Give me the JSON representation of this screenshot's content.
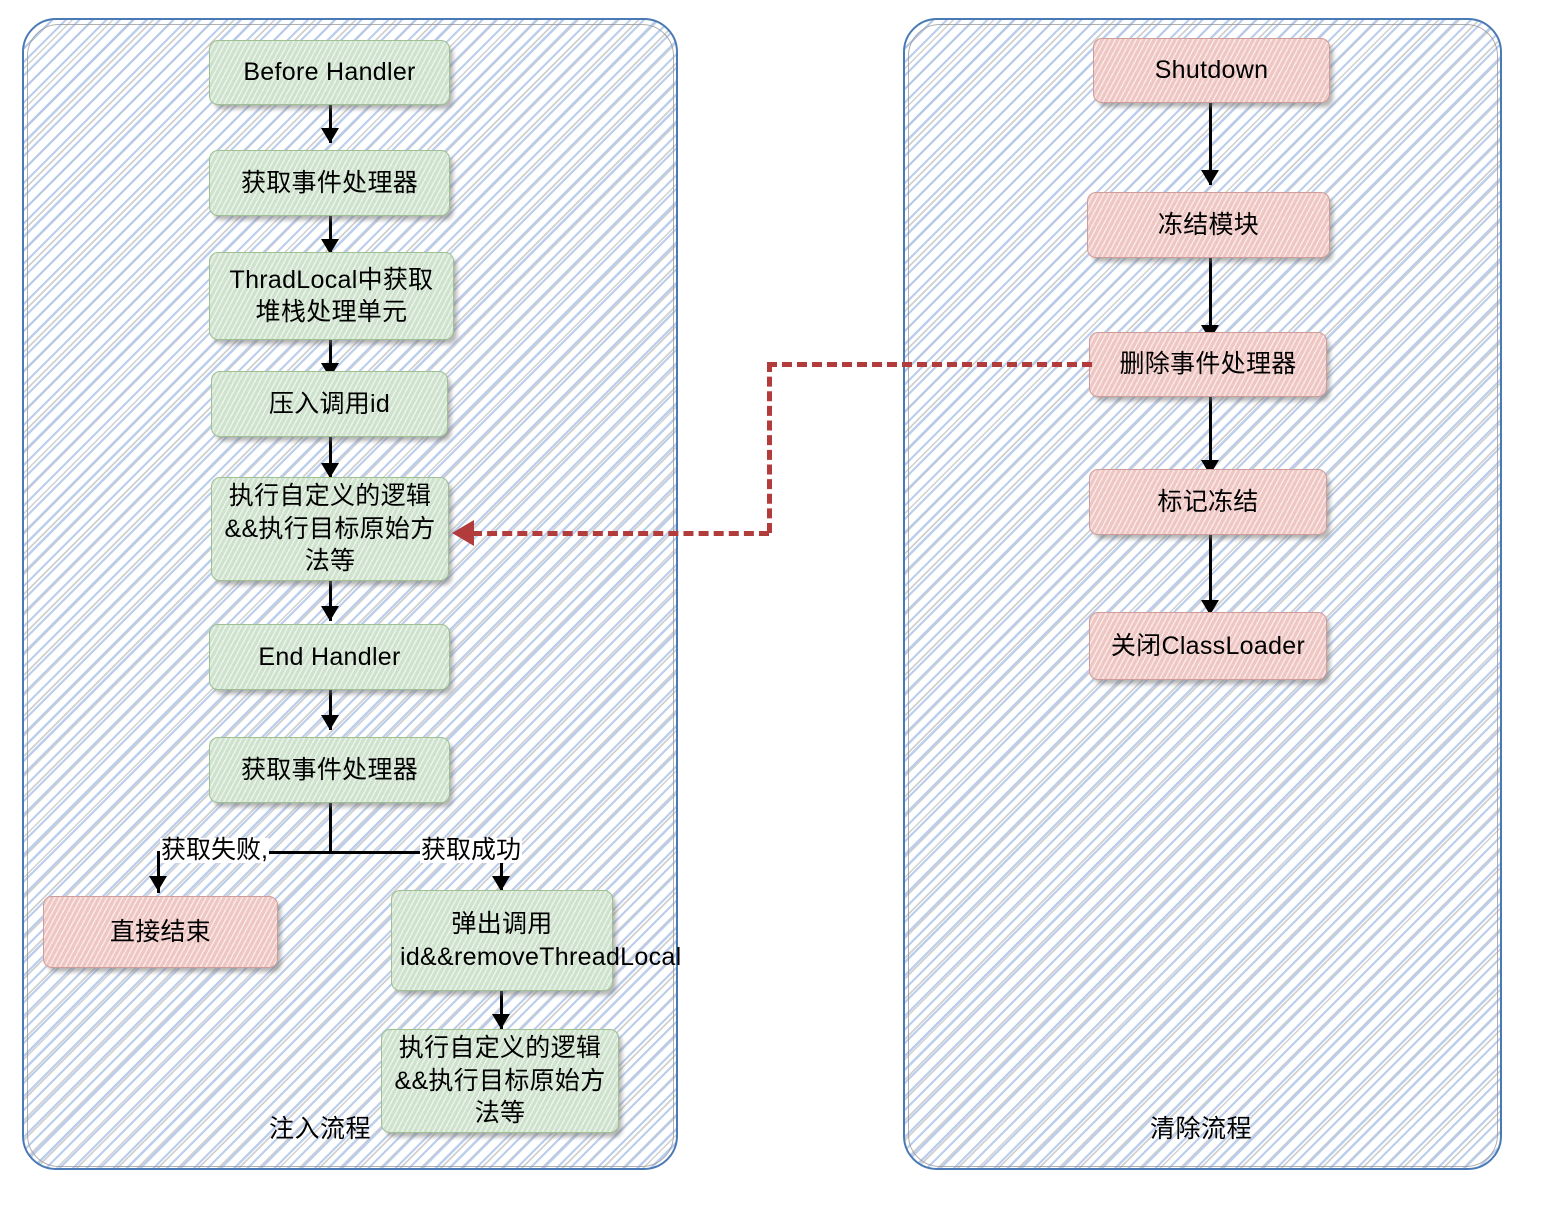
{
  "diagram": {
    "title_left": "注入流程",
    "title_right": "清除流程",
    "colors": {
      "green_fill": "#d5e8d4",
      "green_stroke": "#9ec093",
      "red_fill": "#f7cfcb",
      "red_stroke": "#cf9d99",
      "container_stroke": "#4a7ab5",
      "dashed_link": "#b23c3c",
      "arrow": "#000000"
    }
  },
  "left_panel": {
    "label": "注入流程",
    "nodes": [
      {
        "id": "before-handler",
        "text": "Before Handler",
        "color": "green"
      },
      {
        "id": "get-handler-1",
        "text": "获取事件处理器",
        "color": "green"
      },
      {
        "id": "threadlocal-get",
        "text": "ThradLocal中获取堆栈处理单元",
        "color": "green"
      },
      {
        "id": "push-call-id",
        "text": "压入调用id",
        "color": "green"
      },
      {
        "id": "exec-custom-1",
        "text": "执行自定义的逻辑&&执行目标原始方法等",
        "color": "green"
      },
      {
        "id": "end-handler",
        "text": "End Handler",
        "color": "green"
      },
      {
        "id": "get-handler-2",
        "text": "获取事件处理器",
        "color": "green"
      },
      {
        "id": "direct-end",
        "text": "直接结束",
        "color": "red"
      },
      {
        "id": "pop-call-id",
        "text": "弹出调用id&&removeThreadLocal",
        "color": "green"
      },
      {
        "id": "exec-custom-2",
        "text": "执行自定义的逻辑&&执行目标原始方法等",
        "color": "green"
      }
    ],
    "edge_labels": {
      "fail": "获取失败,",
      "success": "获取成功"
    }
  },
  "right_panel": {
    "label": "清除流程",
    "nodes": [
      {
        "id": "shutdown",
        "text": "Shutdown",
        "color": "red"
      },
      {
        "id": "freeze-module",
        "text": "冻结模块",
        "color": "red"
      },
      {
        "id": "remove-handler",
        "text": "删除事件处理器",
        "color": "red"
      },
      {
        "id": "mark-frozen",
        "text": "标记冻结",
        "color": "red"
      },
      {
        "id": "close-classloader",
        "text": "关闭ClassLoader",
        "color": "red"
      }
    ]
  }
}
